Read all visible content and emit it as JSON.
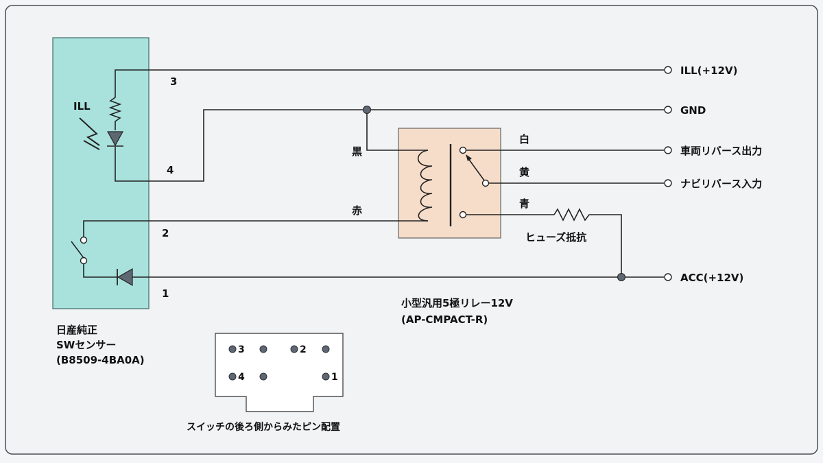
{
  "sensor": {
    "ill_label": "ILL",
    "pins": [
      "3",
      "4",
      "2",
      "1"
    ],
    "caption_lines": [
      "日産純正",
      "SWセンサー",
      "(B8509-4BA0A)"
    ]
  },
  "relay": {
    "coil_wire_top": "黒",
    "coil_wire_bottom": "赤",
    "contact_labels": [
      "白",
      "黄",
      "青"
    ],
    "caption_lines": [
      "小型汎用5極リレー12V",
      "(AP-CMPACT-R)"
    ]
  },
  "resistor_label": "ヒューズ抵抗",
  "terminals": [
    "ILL(+12V)",
    "GND",
    "車両リバース出力",
    "ナビリバース入力",
    "ACC(+12V)"
  ],
  "connector": {
    "pin_labels": [
      "3",
      "2",
      "4",
      "1"
    ],
    "caption": "スイッチの後ろ側からみたピン配置"
  },
  "colors": {
    "sensor_fill": "#a9e2dc",
    "relay_fill": "#f6ddc9",
    "wire": "#222222",
    "node": "#5e6772"
  }
}
